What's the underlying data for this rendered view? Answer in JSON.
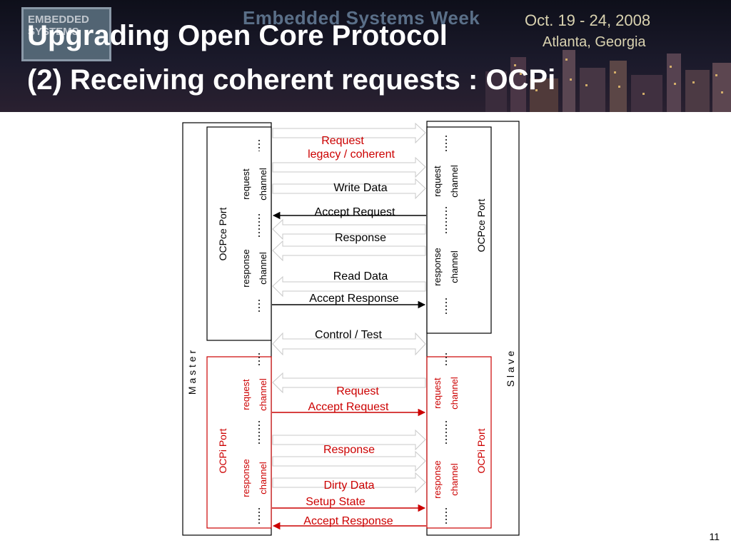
{
  "header": {
    "logo_text_1": "EMBEDDED",
    "logo_text_2": "SYSTEMS",
    "event_name": "Embedded Systems Week",
    "event_date": "Oct. 19 - 24, 2008",
    "event_place": "Atlanta, Georgia",
    "title_line1": "Upgrading Open Core Protocol",
    "title_line2": "(2) Receiving coherent requests : OCPi"
  },
  "diagram": {
    "master_label": "M a s t e r",
    "slave_label": "S l a v e",
    "ocpce_port_label": "OCPce  Port",
    "ocpi_port_label": "OCPi  Port",
    "request_channel_label_1": "request",
    "request_channel_label_2": "channel",
    "response_channel_label_1": "response",
    "response_channel_label_2": "channel",
    "colors": {
      "ocpce": "#000000",
      "ocpi": "#cc0000",
      "arrow_outline": "#c8c8c8"
    },
    "ocpce_signals": {
      "request": "Request",
      "request_sub": "legacy / coherent",
      "write_data": "Write Data",
      "accept_request": "Accept Request",
      "response": "Response",
      "read_data": "Read Data",
      "accept_response": "Accept Response"
    },
    "control_test": "Control / Test",
    "ocpi_signals": {
      "request": "Request",
      "accept_request": "Accept Request",
      "response": "Response",
      "dirty_data": "Dirty Data",
      "setup_state": "Setup State",
      "accept_response": "Accept Response"
    }
  },
  "footer": {
    "page_number": "11"
  }
}
